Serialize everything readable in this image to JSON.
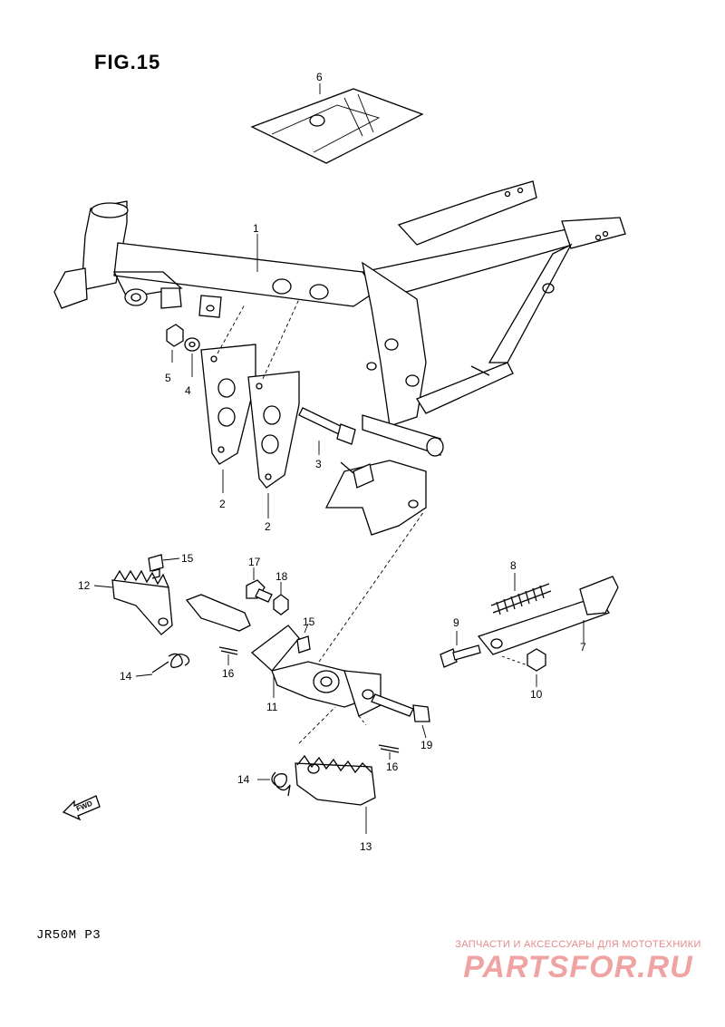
{
  "figure": {
    "title": "FIG.15",
    "model_code": "JR50M  P3",
    "fwd_label": "FWD"
  },
  "callouts": [
    {
      "id": "c6",
      "label": "6"
    },
    {
      "id": "c1",
      "label": "1"
    },
    {
      "id": "c5",
      "label": "5"
    },
    {
      "id": "c4",
      "label": "4"
    },
    {
      "id": "c3",
      "label": "3"
    },
    {
      "id": "c2a",
      "label": "2"
    },
    {
      "id": "c2b",
      "label": "2"
    },
    {
      "id": "c15a",
      "label": "15"
    },
    {
      "id": "c12",
      "label": "12"
    },
    {
      "id": "c17",
      "label": "17"
    },
    {
      "id": "c18",
      "label": "18"
    },
    {
      "id": "c15b",
      "label": "15"
    },
    {
      "id": "c14a",
      "label": "14"
    },
    {
      "id": "c16a",
      "label": "16"
    },
    {
      "id": "c11",
      "label": "11"
    },
    {
      "id": "c19",
      "label": "19"
    },
    {
      "id": "c16b",
      "label": "16"
    },
    {
      "id": "c14b",
      "label": "14"
    },
    {
      "id": "c13",
      "label": "13"
    },
    {
      "id": "c8",
      "label": "8"
    },
    {
      "id": "c9",
      "label": "9"
    },
    {
      "id": "c7",
      "label": "7"
    },
    {
      "id": "c10",
      "label": "10"
    }
  ],
  "watermark": {
    "subtitle": "ЗАПЧАСТИ И АКСЕССУАРЫ ДЛЯ МОТОТЕХНИКИ",
    "brand": "PARTSFOR.RU"
  }
}
